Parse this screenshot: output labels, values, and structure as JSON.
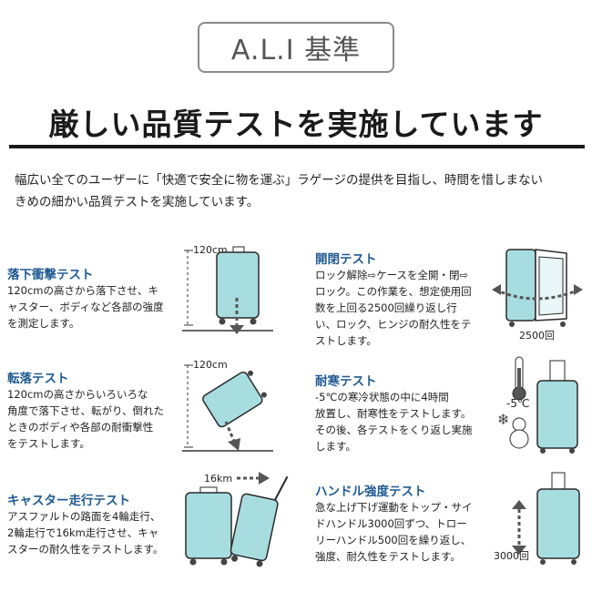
{
  "logo": "A.L.I 基準",
  "headline": "厳しい品質テストを実施しています",
  "intro": {
    "line1": "幅広い全てのユーザーに「快適で安全に物を運ぶ」ラゲージの提供を目指し、時間を惜しまない",
    "line2": "きめの細かい品質テストを実施しています。"
  },
  "colors": {
    "title": "#1f5a92",
    "suitcase": "#a8dde0",
    "outline": "#2a2a2a"
  },
  "tests": [
    {
      "title": "落下衝撃テスト",
      "lines": [
        "120cmの高さから落下させ、キ",
        "ャスター、ボディなど各部の強度",
        "を測定します。"
      ],
      "label": "120cm"
    },
    {
      "title": "開閉テスト",
      "lines": [
        "ロック解除⇨ケースを全開・閉⇨",
        "ロック。この作業を、想定使用回",
        "数を上回る2500回繰り返し行",
        "い、ロック、ヒンジの耐久性をテ",
        "ストします。"
      ],
      "label": "2500回"
    },
    {
      "title": "転落テスト",
      "lines": [
        "120cmの高さからいろいろな",
        "角度で落下させ、転がり、倒れた",
        "ときのボディや各部の耐衝撃性",
        "をテストします。"
      ],
      "label": "120cm"
    },
    {
      "title": "耐寒テスト",
      "lines": [
        "-5℃の寒冷状態の中に4時間",
        "放置し、耐寒性をテストします。",
        "その後、各テストをくり返し実施",
        "します。"
      ],
      "label": "-5℃"
    },
    {
      "title": "キャスター走行テスト",
      "lines": [
        "アスファルトの路面を4輪走行、",
        "2輪走行で16km走行させ、キャ",
        "スターの耐久性をテストします。"
      ],
      "label": "16km"
    },
    {
      "title": "ハンドル強度テスト",
      "lines": [
        "急な上げ下げ運動をトップ・サイ",
        "ドハンドル3000回ずつ、トロー",
        "リーハンドル500回を繰り返し、",
        "強度、耐久性をテストします。"
      ],
      "label": "3000回"
    }
  ]
}
